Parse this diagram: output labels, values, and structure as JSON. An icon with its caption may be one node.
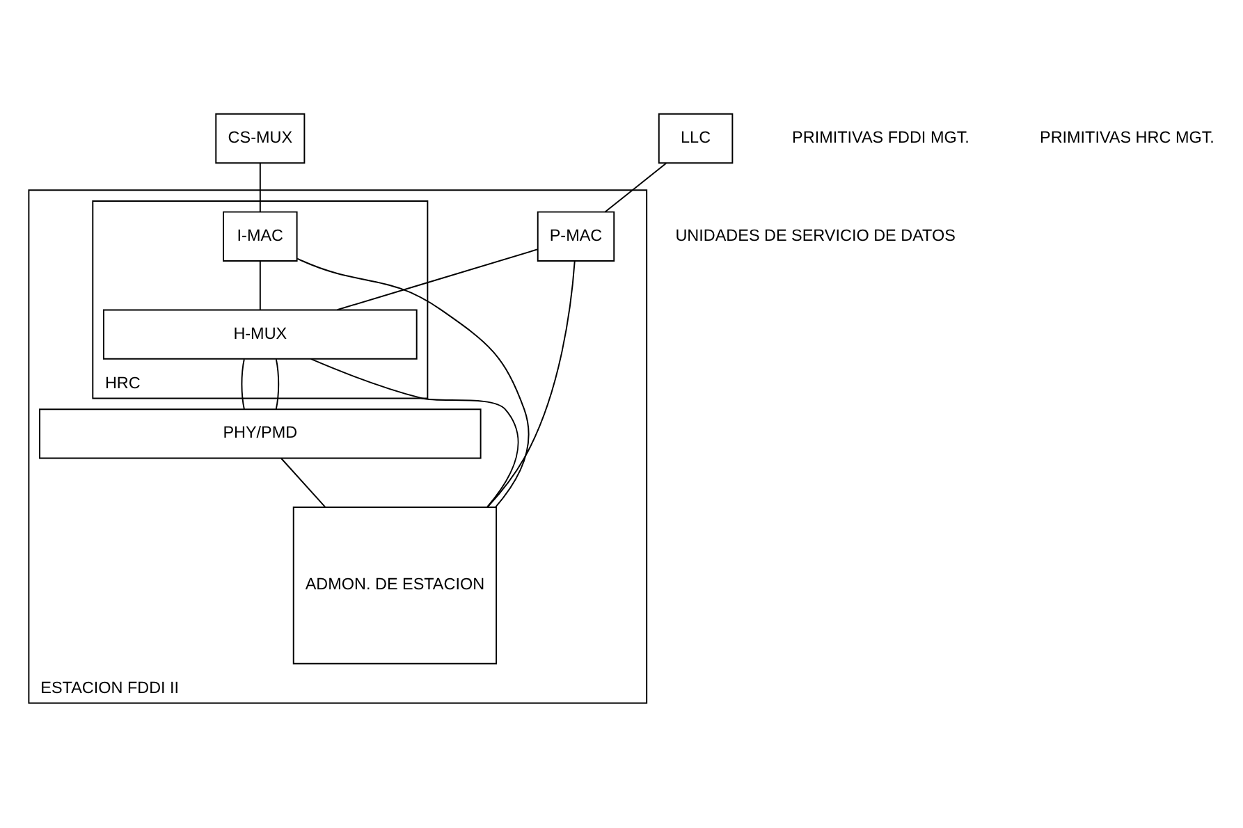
{
  "diagram": {
    "nodes": [
      {
        "text": [
          "ESTACION FDDI II"
        ]
      },
      {
        "text": [
          "LLC"
        ]
      },
      {
        "text": [
          "CS-MUX"
        ]
      },
      {
        "text": [
          "P-MAC"
        ],
        "in": 0
      },
      {
        "text": [
          "HRC"
        ],
        "in": 0
      },
      {
        "text": [
          "I-MAC"
        ],
        "in": 4
      },
      {
        "text": [
          "H-MUX"
        ],
        "in": 4
      },
      {
        "text": [
          "PHY/PMD"
        ],
        "in": 0
      },
      {
        "text": [
          "ADMON. DE ESTACION"
        ],
        "in": 0
      }
    ],
    "edges": [
      {
        "from": 1,
        "to": 3,
        "arrow": "none"
      },
      {
        "from": 2,
        "to": 5,
        "arrow": "none"
      },
      {
        "from": 3,
        "to": 8,
        "arrow": "none"
      },
      {
        "from": 5,
        "to": 8,
        "arrow": "none"
      },
      {
        "from": 3,
        "to": 6,
        "arrow": "none"
      },
      {
        "from": 5,
        "to": 6,
        "arrow": "none"
      },
      {
        "from": 6,
        "to": 8,
        "arrow": "none"
      },
      {
        "from": 6,
        "to": 7,
        "arrow": "none"
      },
      {
        "from": 6,
        "to": 7,
        "arrow": "none"
      },
      {
        "from": 7,
        "to": 8,
        "arrow": "none"
      }
    ],
    "labels": [
      "UNIDADES DE SERVICIO DE DATOS",
      "PRIMITIVAS FDDI MGT.",
      "PRIMITIVAS HRC MGT."
    ]
  }
}
